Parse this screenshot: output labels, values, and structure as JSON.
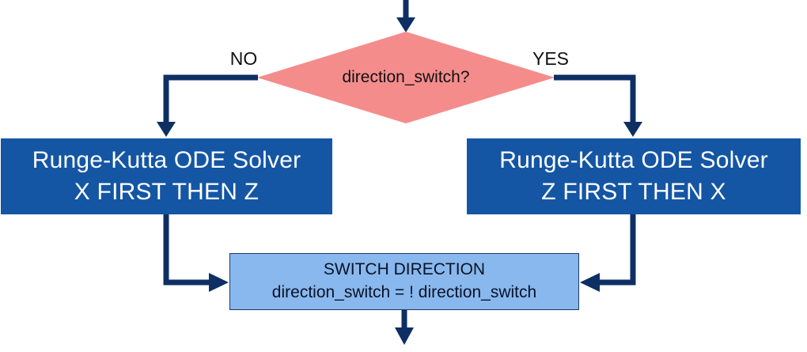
{
  "colors": {
    "background": "#FFFFFF",
    "decision-fill": "#F58C8C",
    "process-fill": "#1456A4",
    "process-text": "#FFFFFF",
    "switch-fill": "#88B8ED",
    "switch-border": "#1F3864",
    "switch-text": "#0A1228",
    "arrow": "#0E2F63",
    "label-text": "#111111"
  },
  "flowchart": {
    "decision": {
      "label": "direction_switch?"
    },
    "no_label": "NO",
    "yes_label": "YES",
    "process_left": {
      "line1": "Runge-Kutta ODE Solver",
      "line2": "X FIRST THEN Z"
    },
    "process_right": {
      "line1": "Runge-Kutta ODE Solver",
      "line2": "Z FIRST THEN X"
    },
    "switch_box": {
      "line1": "SWITCH DIRECTION",
      "line2": "direction_switch = ! direction_switch"
    }
  }
}
